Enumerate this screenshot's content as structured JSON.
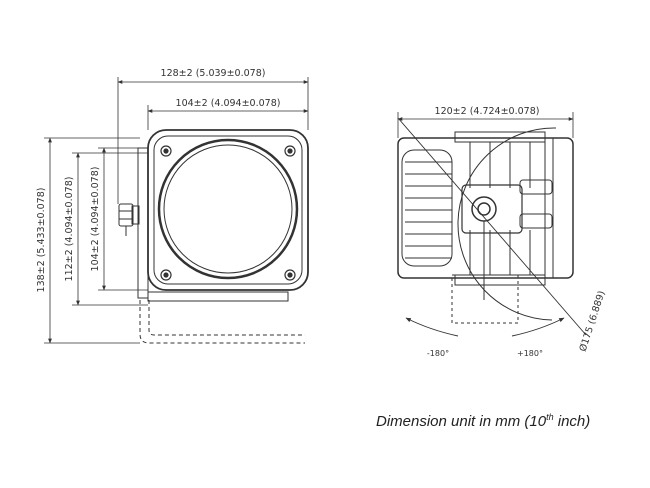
{
  "dimensions": {
    "top_outer": "128±2 (5.039±0.078)",
    "top_inner": "104±2 (4.094±0.078)",
    "side_outer": "138±2 (5.433±0.078)",
    "side_mid": "112±2 (4.094±0.078)",
    "side_inner": "104±2 (4.094±0.078)",
    "side_view_width": "120±2 (4.724±0.078)",
    "diameter": "Ø175 (6.889)"
  },
  "rotation": {
    "minus": "-180°",
    "plus": "+180°"
  },
  "caption": {
    "main": "Dimension unit in mm (10",
    "sup": "th",
    "end": " inch)"
  }
}
